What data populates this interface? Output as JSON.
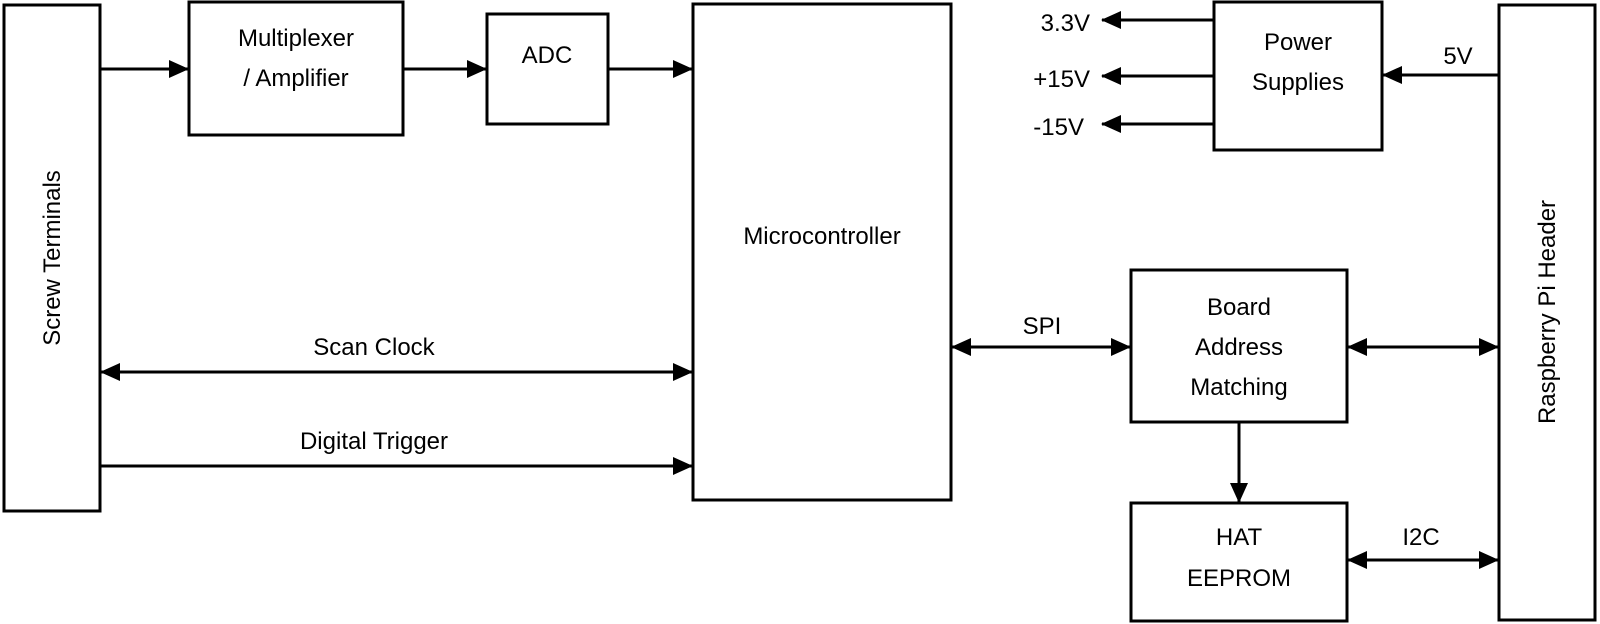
{
  "blocks": {
    "screw_terminals": "Screw Terminals",
    "multiplexer_line1": "Multiplexer",
    "multiplexer_line2": "/ Amplifier",
    "adc": "ADC",
    "microcontroller": "Microcontroller",
    "power_line1": "Power",
    "power_line2": "Supplies",
    "board_line1": "Board",
    "board_line2": "Address",
    "board_line3": "Matching",
    "hat_line1": "HAT",
    "hat_line2": "EEPROM",
    "rpi_header": "Raspberry Pi Header"
  },
  "signals": {
    "v33": "3.3V",
    "v15p": "+15V",
    "v15n": "-15V",
    "v5": "5V",
    "spi": "SPI",
    "i2c": "I2C",
    "scan_clock": "Scan Clock",
    "digital_trigger": "Digital Trigger"
  }
}
